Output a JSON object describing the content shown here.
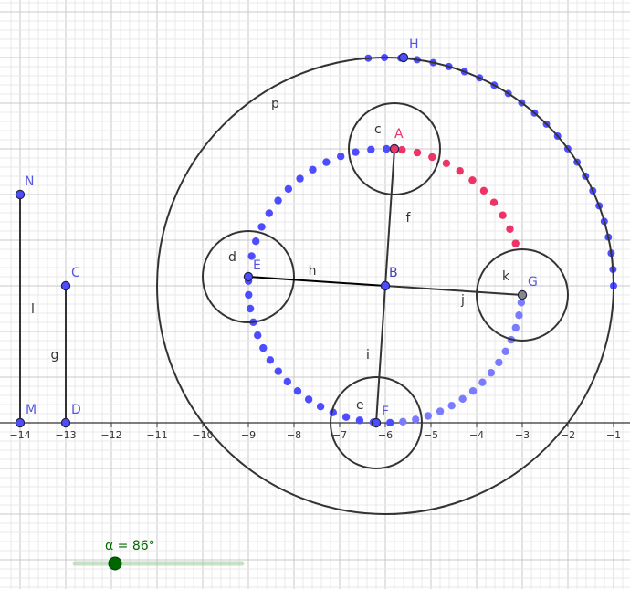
{
  "colors": {
    "stroke": "#333333",
    "blue": "#4d4dff",
    "pale_blue": "#7b7bff",
    "red": "#ee3366",
    "green": "#006600",
    "grid_minor": "#e8e8e8",
    "grid_major": "#c8c8c8"
  },
  "axis": {
    "x_ticks": [
      "−14",
      "−13",
      "−12",
      "−11",
      "−10",
      "−9",
      "−8",
      "−7",
      "−6",
      "−5",
      "−4",
      "−3",
      "−2",
      "−1"
    ]
  },
  "points": [
    {
      "label": "A",
      "x": -5.8,
      "y": 6
    },
    {
      "label": "B",
      "x": -6,
      "y": 3
    },
    {
      "label": "C",
      "x": -13,
      "y": 3
    },
    {
      "label": "D",
      "x": -13,
      "y": 0
    },
    {
      "label": "E",
      "x": -9,
      "y": 3.2
    },
    {
      "label": "F",
      "x": -6.2,
      "y": 0
    },
    {
      "label": "G",
      "x": -3,
      "y": 2.8
    },
    {
      "label": "H",
      "x": -5.6,
      "y": 8
    },
    {
      "label": "M",
      "x": -14,
      "y": 0
    },
    {
      "label": "N",
      "x": -14,
      "y": 5
    }
  ],
  "circles": [
    {
      "label": "p",
      "cx": -6,
      "cy": 3,
      "r": 5
    },
    {
      "label": "c",
      "cx": -5.8,
      "cy": 6,
      "r": 1
    },
    {
      "label": "d",
      "cx": -9,
      "cy": 3.2,
      "r": 1
    },
    {
      "label": "e",
      "cx": -6.2,
      "cy": 0,
      "r": 1
    },
    {
      "label": "k",
      "cx": -3,
      "cy": 2.8,
      "r": 1
    }
  ],
  "segments": [
    {
      "label": "f",
      "from": "B",
      "to": "A"
    },
    {
      "label": "h",
      "from": "B",
      "to": "E"
    },
    {
      "label": "i",
      "from": "B",
      "to": "F"
    },
    {
      "label": "j",
      "from": "B",
      "to": "G"
    },
    {
      "label": "l",
      "from": "M",
      "to": "N"
    },
    {
      "label": "g",
      "from": "D",
      "to": "C"
    }
  ],
  "slider": {
    "label": "α = 86°",
    "value_deg": 86
  }
}
